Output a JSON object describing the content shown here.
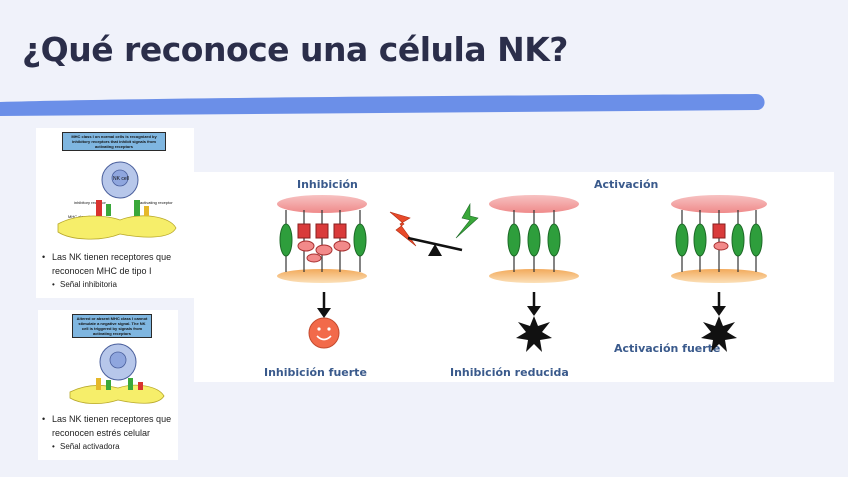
{
  "slide": {
    "title": "¿Qué reconoce una célula NK?"
  },
  "panel_a": {
    "figure_caption": "MHC class I on normal cells is recognized by inhibitory receptors that inhibit signals from activating receptors",
    "labels": {
      "nk_cell": "NK cell",
      "inhibitory_receptor": "inhibitory receptor",
      "activating_receptor": "activating receptor",
      "mhc_class_i": "MHC class I"
    },
    "bullet_main": "Las NK tienen receptores que reconocen MHC de tipo I",
    "bullet_sub": "Señal inhibitoria"
  },
  "panel_b": {
    "figure_caption": "Altered or absent MHC class I cannot stimulate a negative signal. The NK cell is triggered by signals from activating receptors",
    "bullet_main": "Las NK tienen receptores que reconocen estrés celular",
    "bullet_sub": "Señal activadora"
  },
  "main_diagram": {
    "label_inhibition": "Inhibición",
    "label_activation": "Activación",
    "outcome_strong_inhibition": "Inhibición fuerte",
    "outcome_reduced_inhibition": "Inhibición reducida",
    "outcome_strong_activation": "Activación fuerte",
    "colors": {
      "receptor_green": "#2e9e3c",
      "inhibitory_red": "#d93b3b",
      "membrane_top": "#f29a9a",
      "membrane_bottom": "#f5c07a",
      "smiley": "#f26a4a",
      "bolt_red": "#e84a2a",
      "bolt_green": "#3aa83a"
    }
  }
}
